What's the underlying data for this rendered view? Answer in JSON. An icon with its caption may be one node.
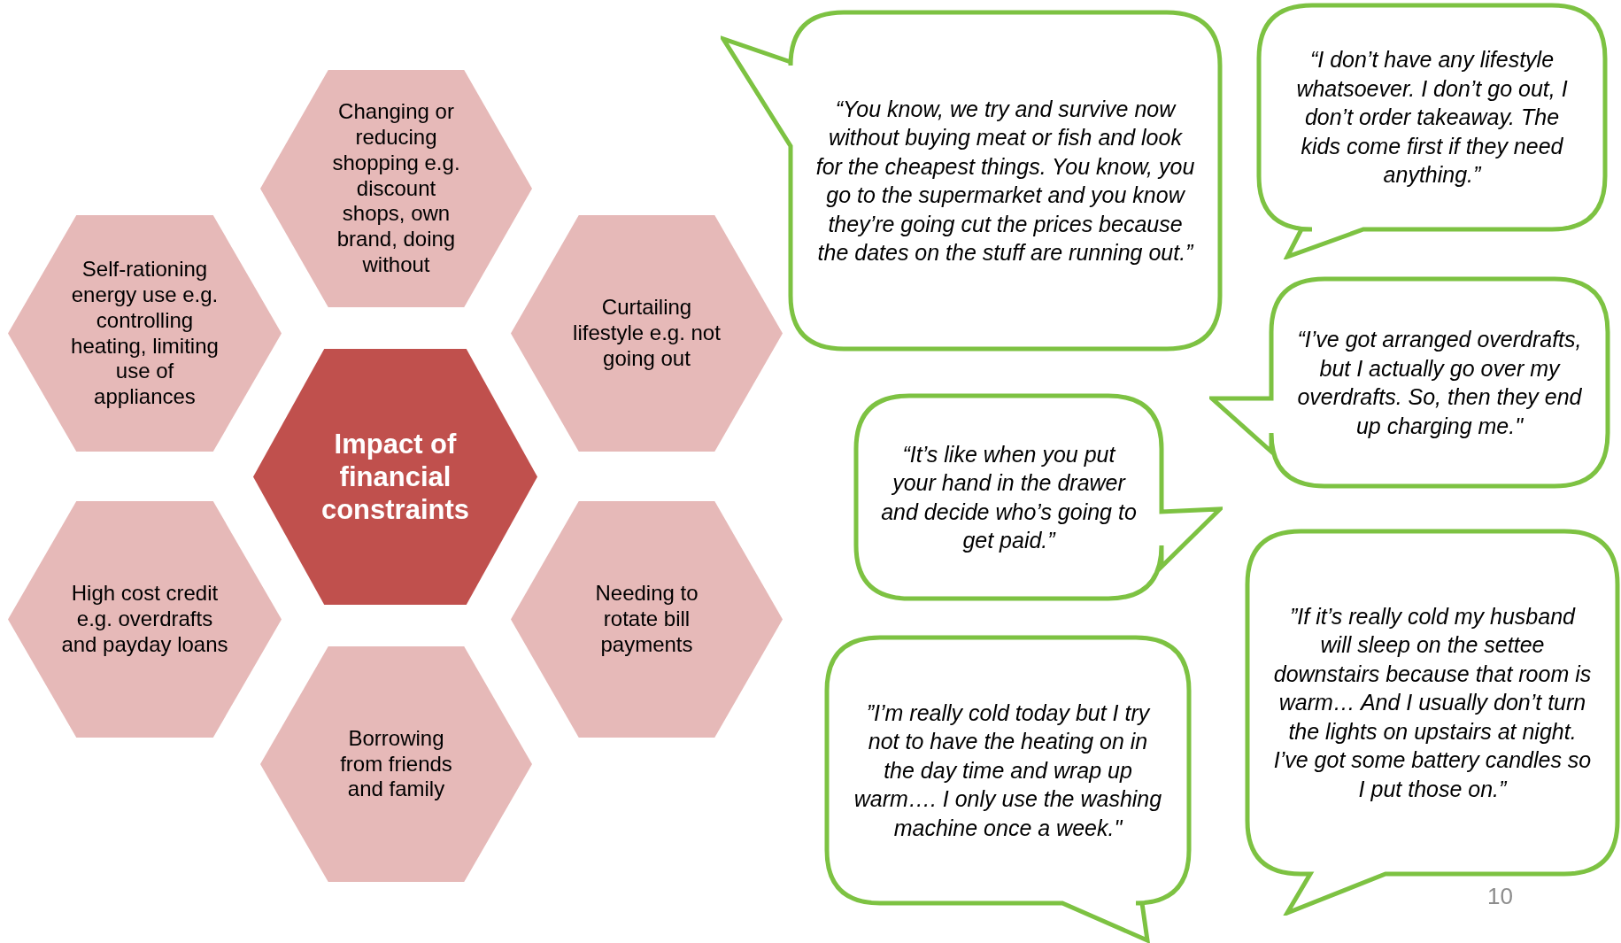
{
  "diagram": {
    "nodes": [
      {
        "text": [
          "Impact of financial constraints"
        ]
      },
      {
        "text": [
          "Changing or reducing shopping e.g. discount shops, own brand, doing without"
        ]
      },
      {
        "text": [
          "Self-rationing energy use e.g. controlling heating, limiting use of appliances"
        ]
      },
      {
        "text": [
          "Curtailing lifestyle e.g. not going out"
        ]
      },
      {
        "text": [
          "High cost credit e.g. overdrafts and payday loans"
        ]
      },
      {
        "text": [
          "Needing to rotate bill payments"
        ]
      },
      {
        "text": [
          "Borrowing from friends and family"
        ]
      },
      {
        "text": [
          "“You know, we try and survive now without buying meat or fish and look for the cheapest things.  You know, you go to the supermarket and you know they’re going cut the prices because the dates on the stuff are running out.”"
        ]
      },
      {
        "text": [
          "“I don’t have any lifestyle whatsoever. I don’t go out, I don’t order takeaway.  The kids come first if they need anything.”"
        ]
      },
      {
        "text": [
          "“I’ve got arranged overdrafts, but I actually go over my overdrafts. So, then they end up charging me.\""
        ]
      },
      {
        "text": [
          "“It’s like when you put your hand in the drawer and decide who’s going to get paid.”"
        ]
      },
      {
        "text": [
          "”If it’s really cold my husband will sleep on the settee downstairs because that room is warm… And I usually don’t turn the lights on upstairs at night. I’ve got some battery candles so I put those on.”"
        ]
      },
      {
        "text": [
          "”I’m really cold today but I try not to have the heating on in the day time and wrap up warm…. I only use the washing machine once a week.\""
        ]
      }
    ],
    "labels": [
      "10"
    ]
  }
}
